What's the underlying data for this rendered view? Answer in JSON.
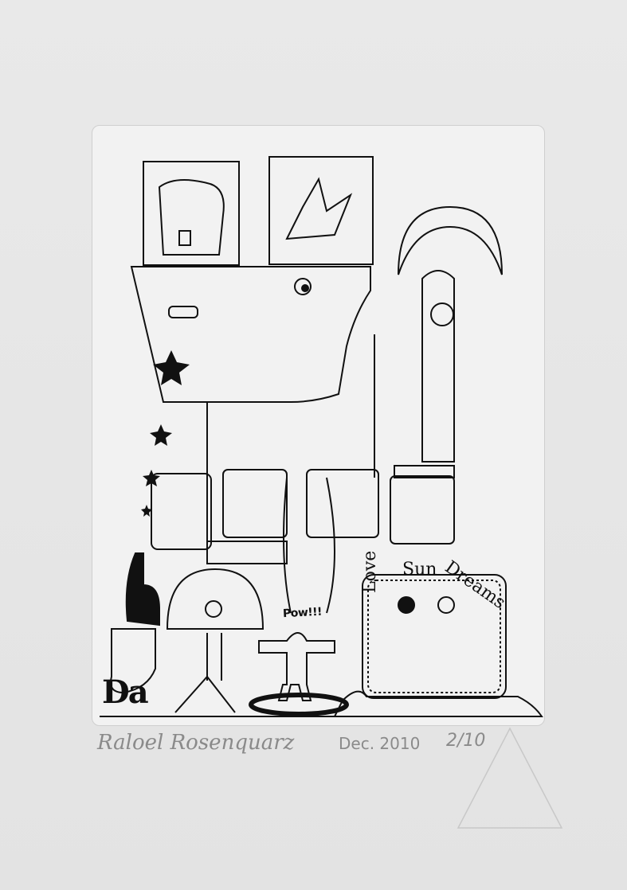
{
  "artwork": {
    "labels": {
      "pow": "Pow!!!",
      "love": "Love",
      "sun": "Sun",
      "dreams": "Dreams",
      "da": "Da"
    },
    "signature": {
      "artist": "Raloel Rosenquarz",
      "date": "Dec. 2010",
      "edition": "2/10"
    },
    "colors": {
      "paper": "#e6e6e6",
      "plate": "#f2f2f2",
      "ink": "#111111",
      "pencil": "#8a8a8a"
    }
  }
}
